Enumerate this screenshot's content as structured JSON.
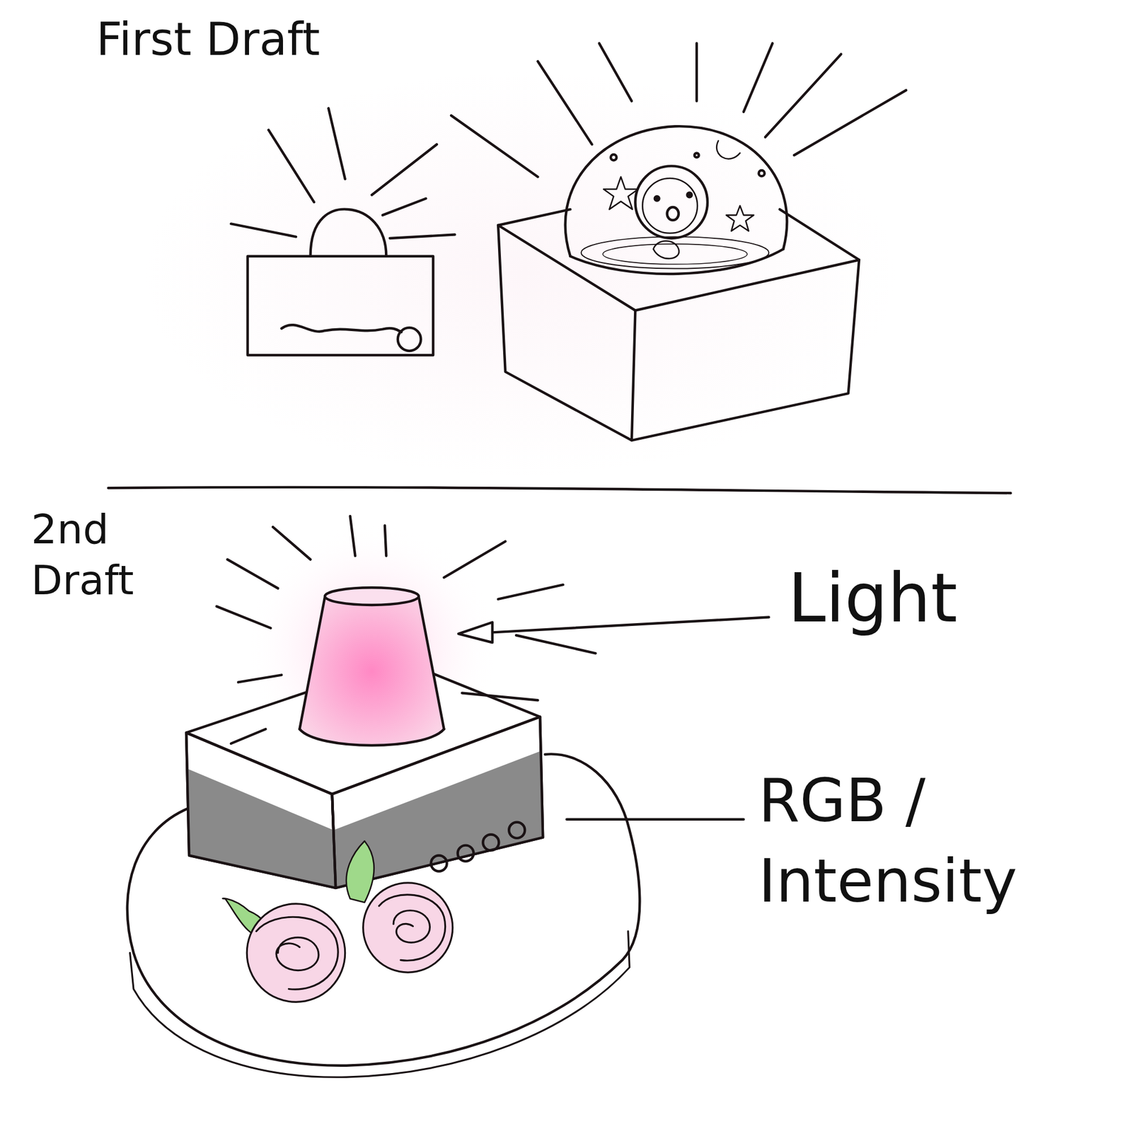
{
  "diagram": {
    "labels": [
      "First Draft",
      "2nd Draft",
      "Light",
      "RGB / Intensity"
    ]
  }
}
